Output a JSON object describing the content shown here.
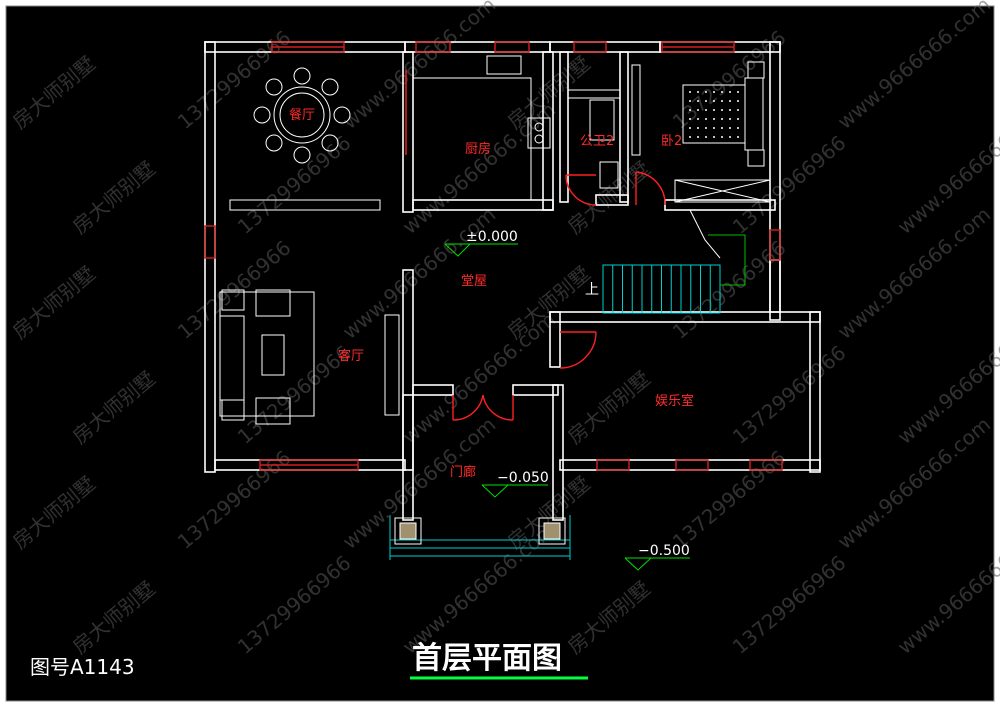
{
  "drawing": {
    "title": "首层平面图",
    "number": "图号A1143"
  },
  "rooms": {
    "dining": "餐厅",
    "kitchen": "厨房",
    "toilet": "公卫2",
    "bedroom": "卧2",
    "hall": "堂屋",
    "living": "客厅",
    "entertainment": "娱乐室",
    "porch": "门廊"
  },
  "elevations": {
    "main": "±0.000",
    "porch": "−0.050",
    "outside": "−0.500"
  },
  "stairs": {
    "up_label": "上"
  },
  "watermark": {
    "brand": "房大师别墅",
    "phone": "13729966966",
    "site": "www.9666666.com"
  },
  "colors": {
    "background": "#000000",
    "wall": "#ffffff",
    "window": "#d02020",
    "room_label": "#ff2a2a",
    "stair": "#00d0d0",
    "title_underline": "#00ff40"
  }
}
